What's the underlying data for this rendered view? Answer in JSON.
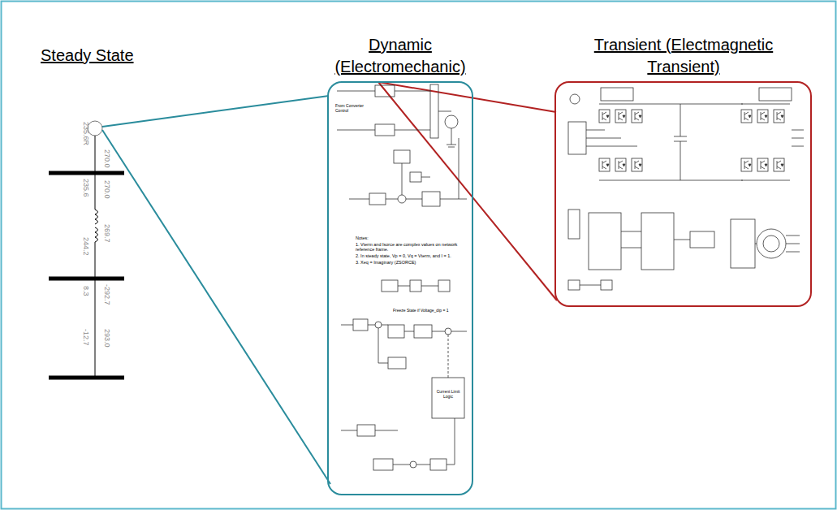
{
  "diagram": {
    "nodes": [
      {
        "text": [
          "Dynamic (Electromechanic)"
        ]
      },
      {
        "text": [
          "Transient (Electmagnetic Transient)"
        ]
      }
    ],
    "labels": [
      "Steady State",
      "270.0",
      "235.6R",
      "270.0",
      "235.6",
      "269.7",
      "244.2",
      "-292.7",
      "8.3",
      "293.0",
      "-12.7",
      "From Converter Control",
      "Notes:",
      "1. Vterm and Isorce are complex values on network reference frame.",
      "2. In steady state, Vp = 0, Vq = Vterm, and I = 1.",
      "3. Xeq = Imaginary (ZSORCE)",
      "Freeze State if Voltage_dip = 1",
      "Current Limit Logic"
    ]
  }
}
